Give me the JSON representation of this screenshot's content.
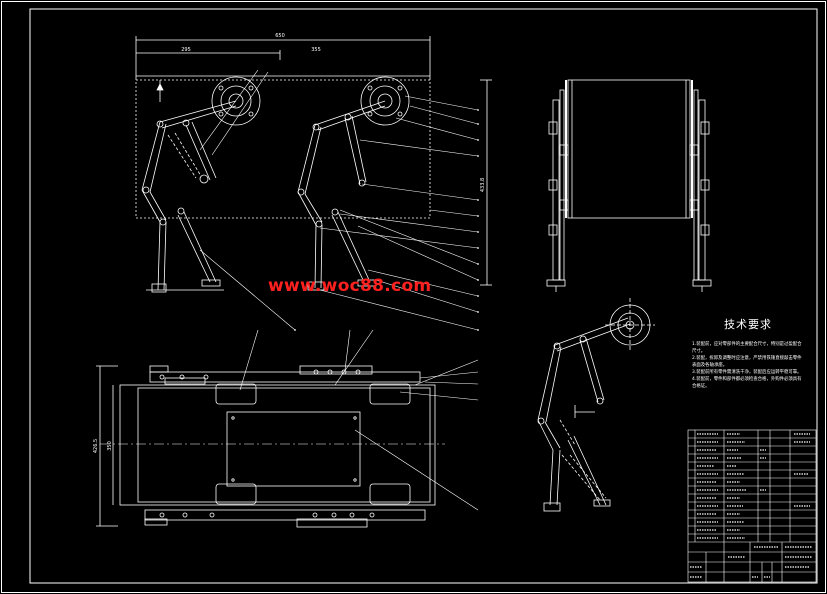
{
  "watermark": "www.woc88.com",
  "requirements": {
    "title": "技术要求",
    "lines": [
      "1.装配前，应对零部件的主要配合尺寸，特别是过盈配合",
      "尺寸。",
      "2.装配，拆卸及调整时应注意，严禁用铁锤直接敲击零件",
      "表面及各轴承座。",
      "3.装配前所有零件需清洗干净，装配后应运转平稳可靠。",
      "4.装配前，零件和部件都必须检查合格，外购件必须具有",
      "合格证。"
    ]
  },
  "dimensions": {
    "overall_width": "650",
    "left_part": "295",
    "right_part": "355",
    "height": "433.8",
    "width_outer": "426.5",
    "width_inner": "350"
  },
  "colors": {
    "background": "#000000",
    "lines": "#ffffff",
    "watermark": "#ff2020",
    "centerline": "#ffffff"
  }
}
